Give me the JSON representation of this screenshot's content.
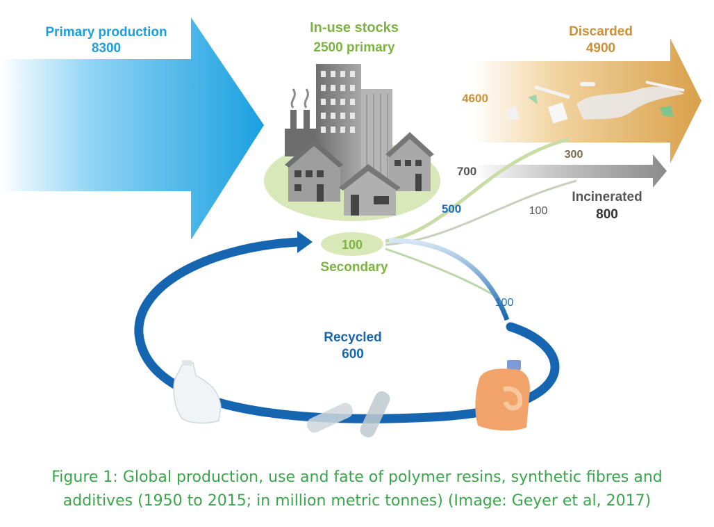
{
  "colors": {
    "primary_blue": "#1aa0e0",
    "green": "#7cb342",
    "green_light": "#d9e8b8",
    "gold": "#c8913a",
    "gray": "#555555",
    "recycle_blue": "#1565b0",
    "caption": "#3aa54a"
  },
  "flows": {
    "primary_production": {
      "label": "Primary production",
      "value": "8300"
    },
    "in_use": {
      "label": "In-use stocks",
      "primary": "2500 primary"
    },
    "discarded": {
      "label": "Discarded",
      "value": "4900",
      "direct": "4600"
    },
    "secondary": {
      "value": "100",
      "label": "Secondary"
    },
    "to_discard_from_secondary": "300",
    "to_incineration_direct": "700",
    "incinerated": {
      "label": "Incinerated",
      "value": "800"
    },
    "to_incineration_from_secondary": "100",
    "recycled_out": "500",
    "recycled_minor": "100",
    "recycled": {
      "label": "Recycled",
      "value": "600"
    }
  },
  "icons": [
    "factory-icon",
    "buildings-icon",
    "houses-icon",
    "litter-icon",
    "plastic-jug-icon",
    "plastic-bottle-icon",
    "detergent-bottle-icon"
  ],
  "caption": {
    "line1": "Figure 1: Global production, use and fate of polymer resins, synthetic fibres and",
    "line2": "additives (1950 to 2015; in million metric tonnes) (Image: Geyer et al, 2017)"
  }
}
